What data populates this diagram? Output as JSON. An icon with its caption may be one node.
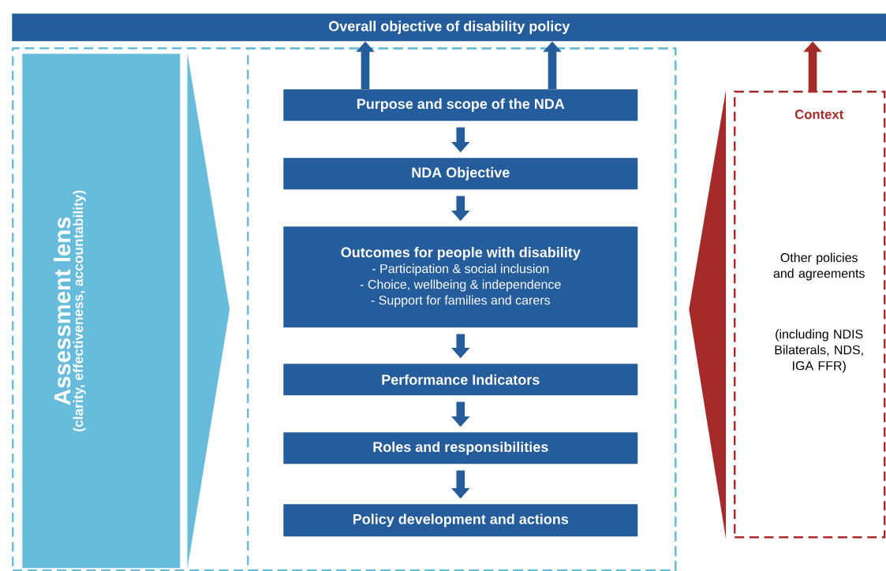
{
  "diagram": {
    "nodes": [
      {
        "text": [
          "Overall objective of disability policy"
        ]
      },
      {
        "text": [],
        "shape": "box"
      },
      {
        "text": [
          "Assessment lens",
          "(clarity, effectiveness, accountability)"
        ],
        "in": 1
      },
      {
        "text": [],
        "shape": "box",
        "in": 1
      },
      {
        "text": [
          "Purpose and scope of the NDA"
        ],
        "in": 3
      },
      {
        "text": [
          "NDA Objective"
        ],
        "in": 3
      },
      {
        "text": [
          "Outcomes for people with disability",
          "- Participation & social inclusion",
          "- Choice, wellbeing & independence",
          "- Support for families and carers"
        ],
        "in": 3
      },
      {
        "text": [
          "Performance Indicators"
        ],
        "in": 3
      },
      {
        "text": [
          "Roles and responsibilities"
        ],
        "in": 3
      },
      {
        "text": [
          "Policy development and actions"
        ],
        "in": 3
      },
      {
        "text": [
          "Context",
          "Other policies and agreements",
          "(including NDIS Bilaterals, NDS, IGA FFR)"
        ]
      }
    ],
    "edges": [
      {
        "from": 2,
        "to": 3,
        "arrow": "to",
        "color": "#67bbdb"
      },
      {
        "from": 4,
        "to": 0,
        "arrow": "to"
      },
      {
        "from": 4,
        "to": 0,
        "arrow": "to"
      },
      {
        "from": 10,
        "to": 0,
        "arrow": "to",
        "color": "#a52a2a"
      },
      {
        "from": 10,
        "to": 3,
        "arrow": "to",
        "color": "#a52a2a"
      },
      {
        "from": 4,
        "to": 5,
        "arrow": "to"
      },
      {
        "from": 5,
        "to": 6,
        "arrow": "to"
      },
      {
        "from": 6,
        "to": 7,
        "arrow": "to"
      },
      {
        "from": 7,
        "to": 8,
        "arrow": "to"
      },
      {
        "from": 8,
        "to": 9,
        "arrow": "to"
      }
    ]
  }
}
